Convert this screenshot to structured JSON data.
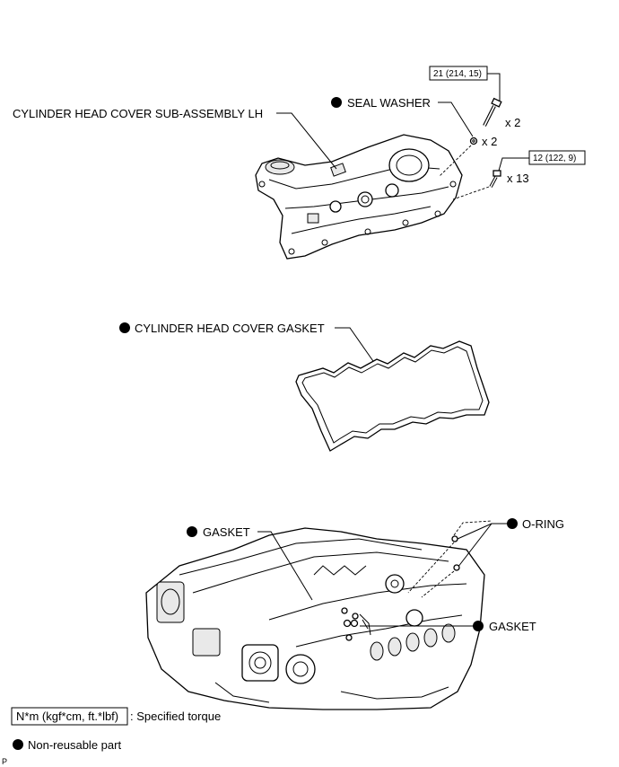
{
  "labels": {
    "head_cover": "CYLINDER HEAD COVER SUB-ASSEMBLY LH",
    "seal_washer": "SEAL WASHER",
    "cover_gasket": "CYLINDER HEAD COVER GASKET",
    "gasket_top": "GASKET",
    "o_ring": "O-RING",
    "gasket_right": "GASKET"
  },
  "torque": {
    "bolt_long": "21 (214, 15)",
    "bolt_short": "12 (122, 9)"
  },
  "quantities": {
    "bolt_long": "x 2",
    "seal_washer": "x 2",
    "bolt_short": "x 13"
  },
  "legend": {
    "torque_unit": "N*m (kgf*cm, ft.*lbf)",
    "torque_desc": ": Specified torque",
    "non_reusable": "Non-reusable part"
  },
  "footer": {
    "code": "P"
  },
  "colors": {
    "ink": "#000000",
    "background": "#ffffff"
  }
}
